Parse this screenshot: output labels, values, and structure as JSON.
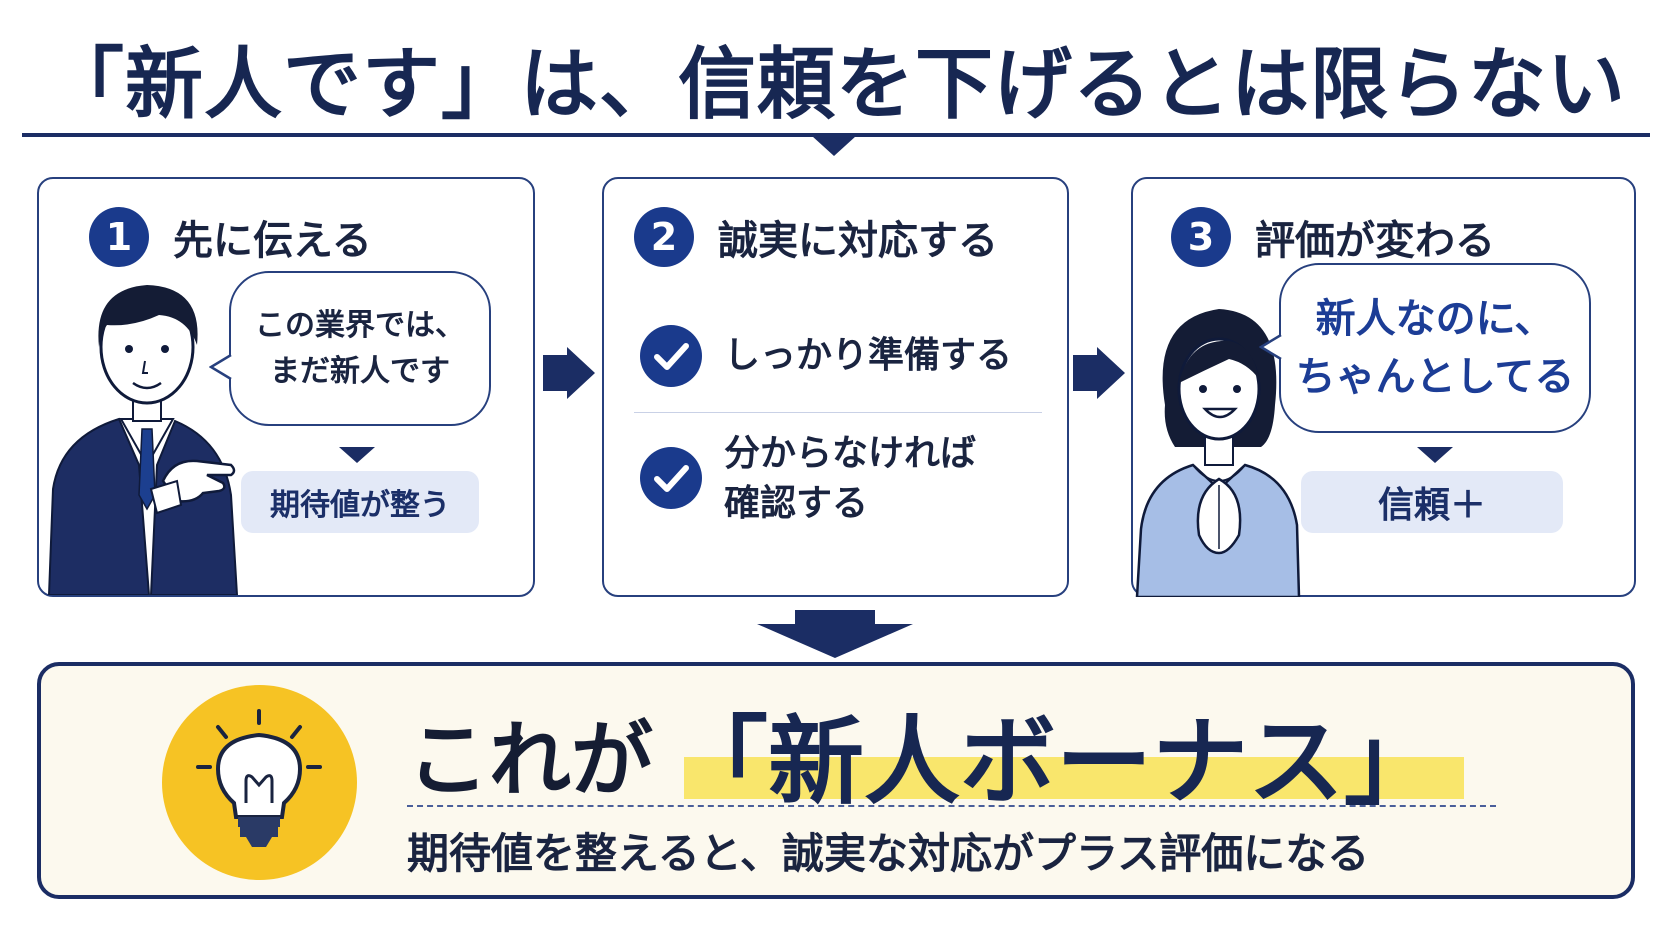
{
  "title": "「新人です」は、信頼を下げるとは限らない",
  "steps": [
    {
      "number": "1",
      "label": "先に伝える",
      "speech_lines": [
        "この業界では、",
        "まだ新人です"
      ],
      "result": "期待値が整う"
    },
    {
      "number": "2",
      "label": "誠実に対応する",
      "checks": [
        {
          "lines": [
            "しっかり準備する"
          ]
        },
        {
          "lines": [
            "分からなければ",
            "確認する"
          ]
        }
      ]
    },
    {
      "number": "3",
      "label": "評価が変わる",
      "speech_lines": [
        "新人なのに、",
        "ちゃんとしてる"
      ],
      "result": "信頼＋"
    }
  ],
  "conclusion": {
    "prefix": "これが",
    "main": "「新人ボーナス」",
    "subtitle": "期待値を整えると、誠実な対応がプラス評価になる"
  },
  "colors": {
    "navy": "#1b2d64",
    "accent_blue": "#1a3a8c",
    "pill_bg": "#e3e9f7",
    "highlight_yellow": "#f9e66c",
    "bulb_yellow": "#f6c324",
    "panel_bg": "#fcf9ee"
  },
  "icons": [
    "person-man-icon",
    "person-woman-icon",
    "check-icon",
    "arrow-right-icon",
    "arrow-down-icon",
    "lightbulb-icon"
  ]
}
